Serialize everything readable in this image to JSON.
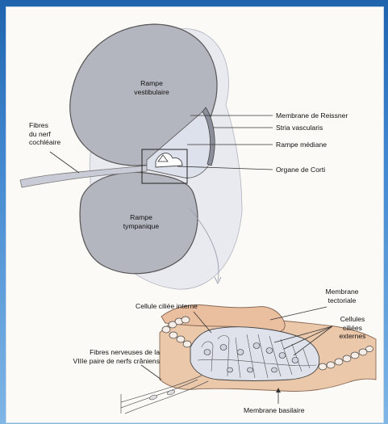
{
  "labels": {
    "rampe_vestibulaire": [
      "Rampe",
      "vestibulaire"
    ],
    "membrane_reissner": "Membrane de Reissner",
    "stria_vascularis": "Stria vascularis",
    "rampe_mediane": "Rampe médiane",
    "organe_corti": "Organe de Corti",
    "fibres_nerf": [
      "Fibres",
      "du nerf",
      "cochléaire"
    ],
    "rampe_tympanique": [
      "Rampe",
      "tympanique"
    ],
    "membrane_tectoriale": [
      "Membrane",
      "tectoriale"
    ],
    "cellule_ciliee_interne": "Cellule ciliée interne",
    "cellules_ciliees_externes": [
      "Cellules",
      "ciliées",
      "externes"
    ],
    "fibres_nerveuses": [
      "Fibres nerveuses de la",
      "VIIIe paire de nerfs crâniens"
    ],
    "membrane_basilaire": "Membrane basilaire"
  },
  "colors": {
    "frame": "#2a6fb6",
    "scala_fill": "#b3b6bf",
    "duct_fill": "#dfe3ee",
    "tectorial_fill": "#e9bfa0",
    "bone_fill": "#e7c1a2"
  }
}
